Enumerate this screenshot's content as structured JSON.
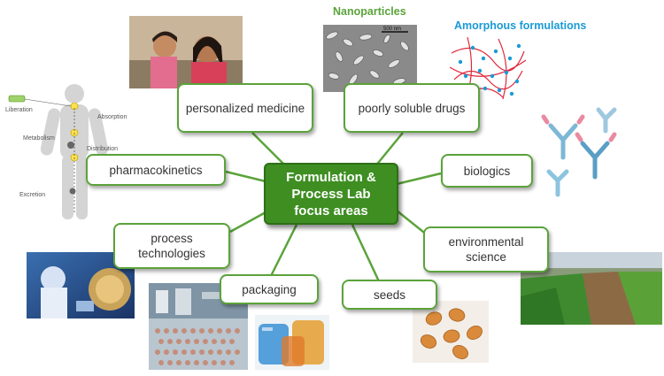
{
  "center": {
    "label": "Formulation &\nProcess Lab\nfocus areas"
  },
  "nodes": [
    {
      "id": "personalized-medicine",
      "label": "personalized medicine"
    },
    {
      "id": "poorly-soluble-drugs",
      "label": "poorly soluble drugs"
    },
    {
      "id": "pharmacokinetics",
      "label": "pharmacokinetics"
    },
    {
      "id": "biologics",
      "label": "biologics"
    },
    {
      "id": "process-technologies",
      "label": "process\ntechnologies"
    },
    {
      "id": "environmental-science",
      "label": "environmental\nscience"
    },
    {
      "id": "packaging",
      "label": "packaging"
    },
    {
      "id": "seeds",
      "label": "seeds"
    }
  ],
  "headers": {
    "nanoparticles": "Nanoparticles",
    "amorphous": "Amorphous formulations"
  },
  "micrograph": {
    "scale": "500 nm"
  },
  "body_diagram": {
    "liberation": "Liberation",
    "absorption": "Absorption",
    "metabolism": "Metabolism",
    "distribution": "Distribution",
    "excretion": "Excretion"
  },
  "colors": {
    "accent": "#5ba33b",
    "center_fill": "#3e8e22",
    "amorphous": "#1a9ad6",
    "nano": "#5ba33b"
  }
}
